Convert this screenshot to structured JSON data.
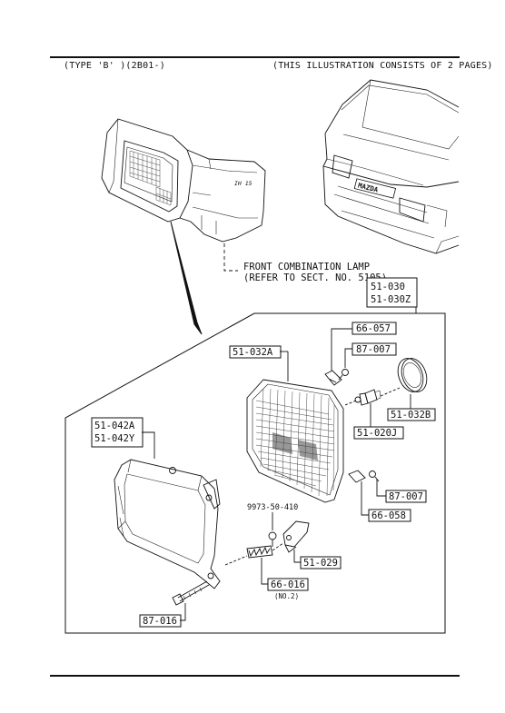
{
  "header": {
    "left": "(TYPE 'B' )(2B01-)",
    "right": "(THIS ILLUSTRATION CONSISTS OF  2 PAGES)"
  },
  "note": {
    "line1": "FRONT COMBINATION LAMP",
    "line2": "(REFER TO SECT. NO. 5105)"
  },
  "rear_emblem": "MAZDA",
  "parts": {
    "p51_030": "51-030",
    "p51_030z": "51-030Z",
    "p66_057": "66-057",
    "p87_007_a": "87-007",
    "p51_032a": "51-032A",
    "p51_032b": "51-032B",
    "p51_020j": "51-020J",
    "p51_042a": "51-042A",
    "p51_042y": "51-042Y",
    "p87_007_b": "87-007",
    "p66_058": "66-058",
    "p9973": "9973-50-410",
    "p51_029": "51-029",
    "p66_016": "66-016",
    "p66_016_note": "(NO.2)",
    "p87_016": "87-016"
  }
}
